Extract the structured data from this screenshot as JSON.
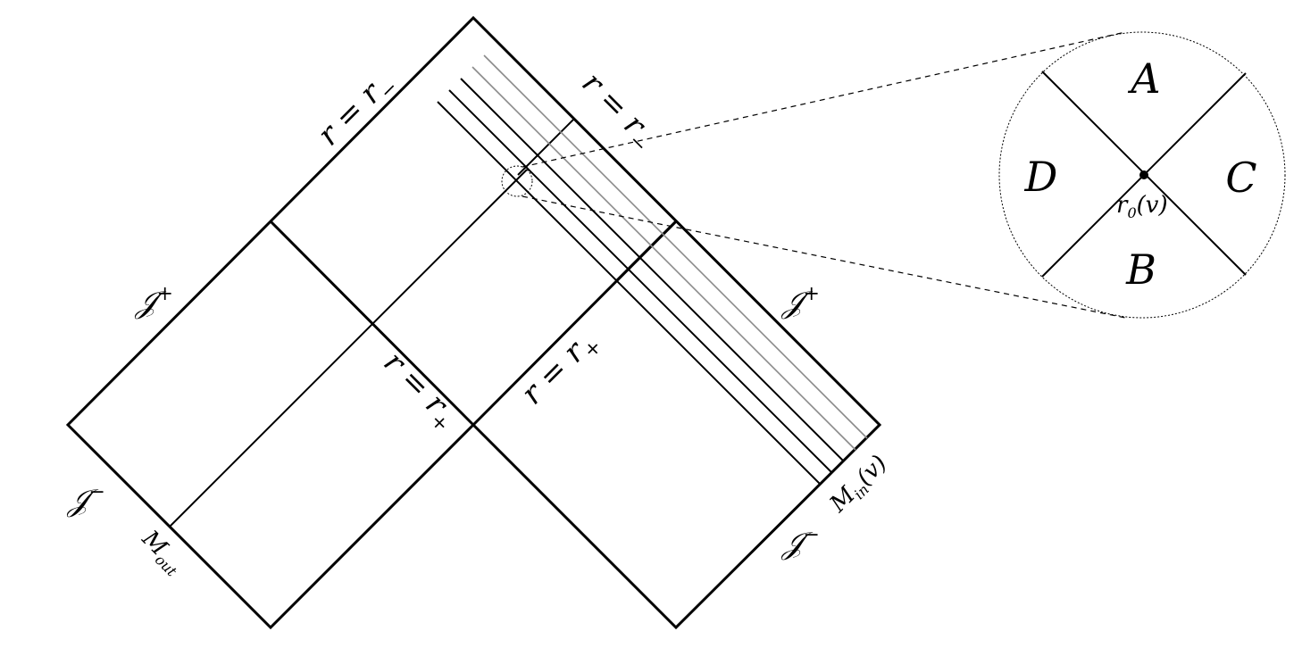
{
  "labels": {
    "r_minus_left": {
      "pre": "r = r",
      "sub": "−"
    },
    "r_minus_right": {
      "pre": "r = r",
      "sub": "−"
    },
    "r_plus_left": {
      "pre": "r = r",
      "sub": "+"
    },
    "r_plus_right": {
      "pre": "r = r",
      "sub": "+"
    },
    "scri_plus_left": {
      "pre": "𝒥",
      "sup": "+"
    },
    "scri_plus_right": {
      "pre": "𝒥",
      "sup": "+"
    },
    "scri_minus_left": {
      "pre": "𝒥",
      "sup": "−"
    },
    "scri_minus_right": {
      "pre": "𝒥",
      "sup": "−"
    },
    "m_out": {
      "pre": "M",
      "sub": "out"
    },
    "m_in": {
      "pre": "M",
      "sub": "in",
      "post": "(v)"
    },
    "r0": {
      "pre": "r",
      "sub": "0",
      "post": "(v)"
    }
  },
  "zoom": {
    "quadrant_a": "A",
    "quadrant_b": "B",
    "quadrant_c": "C",
    "quadrant_d": "D"
  }
}
